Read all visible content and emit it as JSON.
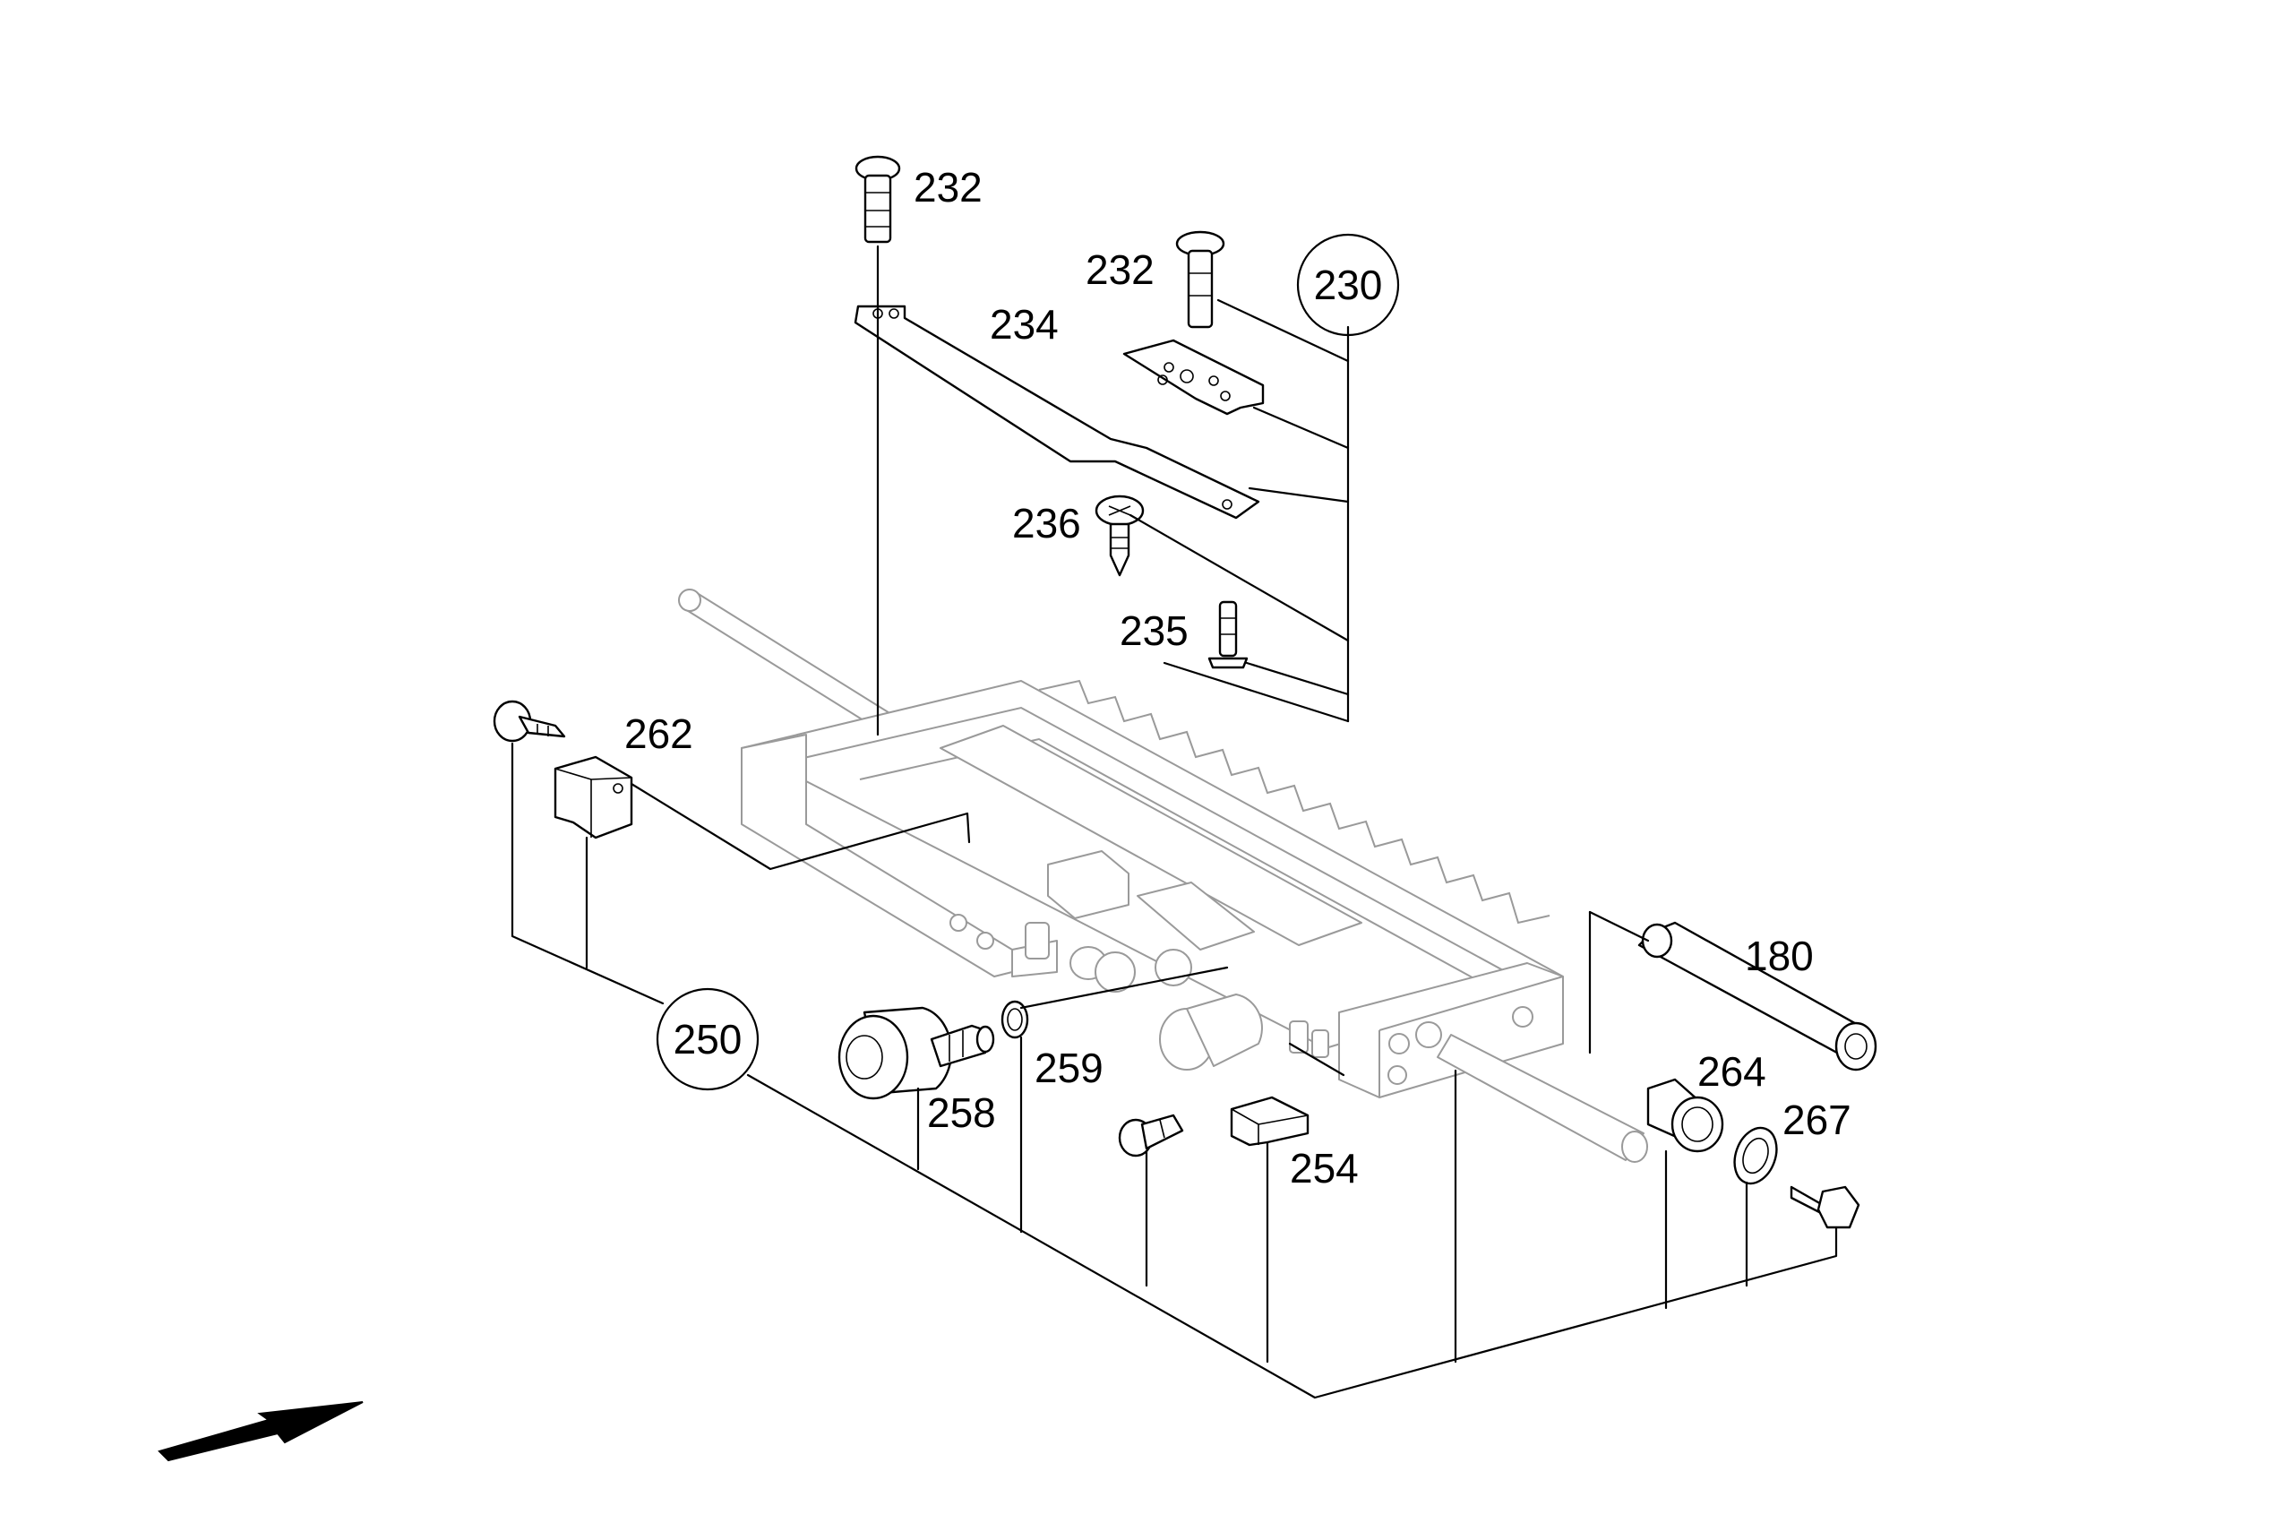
{
  "diagram": {
    "callouts": [
      {
        "id": "232a",
        "text": "232"
      },
      {
        "id": "232b",
        "text": "232"
      },
      {
        "id": "230",
        "text": "230"
      },
      {
        "id": "234",
        "text": "234"
      },
      {
        "id": "236",
        "text": "236"
      },
      {
        "id": "235",
        "text": "235"
      },
      {
        "id": "262",
        "text": "262"
      },
      {
        "id": "180",
        "text": "180"
      },
      {
        "id": "250",
        "text": "250"
      },
      {
        "id": "259",
        "text": "259"
      },
      {
        "id": "264",
        "text": "264"
      },
      {
        "id": "267",
        "text": "267"
      },
      {
        "id": "258",
        "text": "258"
      },
      {
        "id": "254",
        "text": "254"
      }
    ],
    "direction_arrow": "arrow-icon"
  }
}
